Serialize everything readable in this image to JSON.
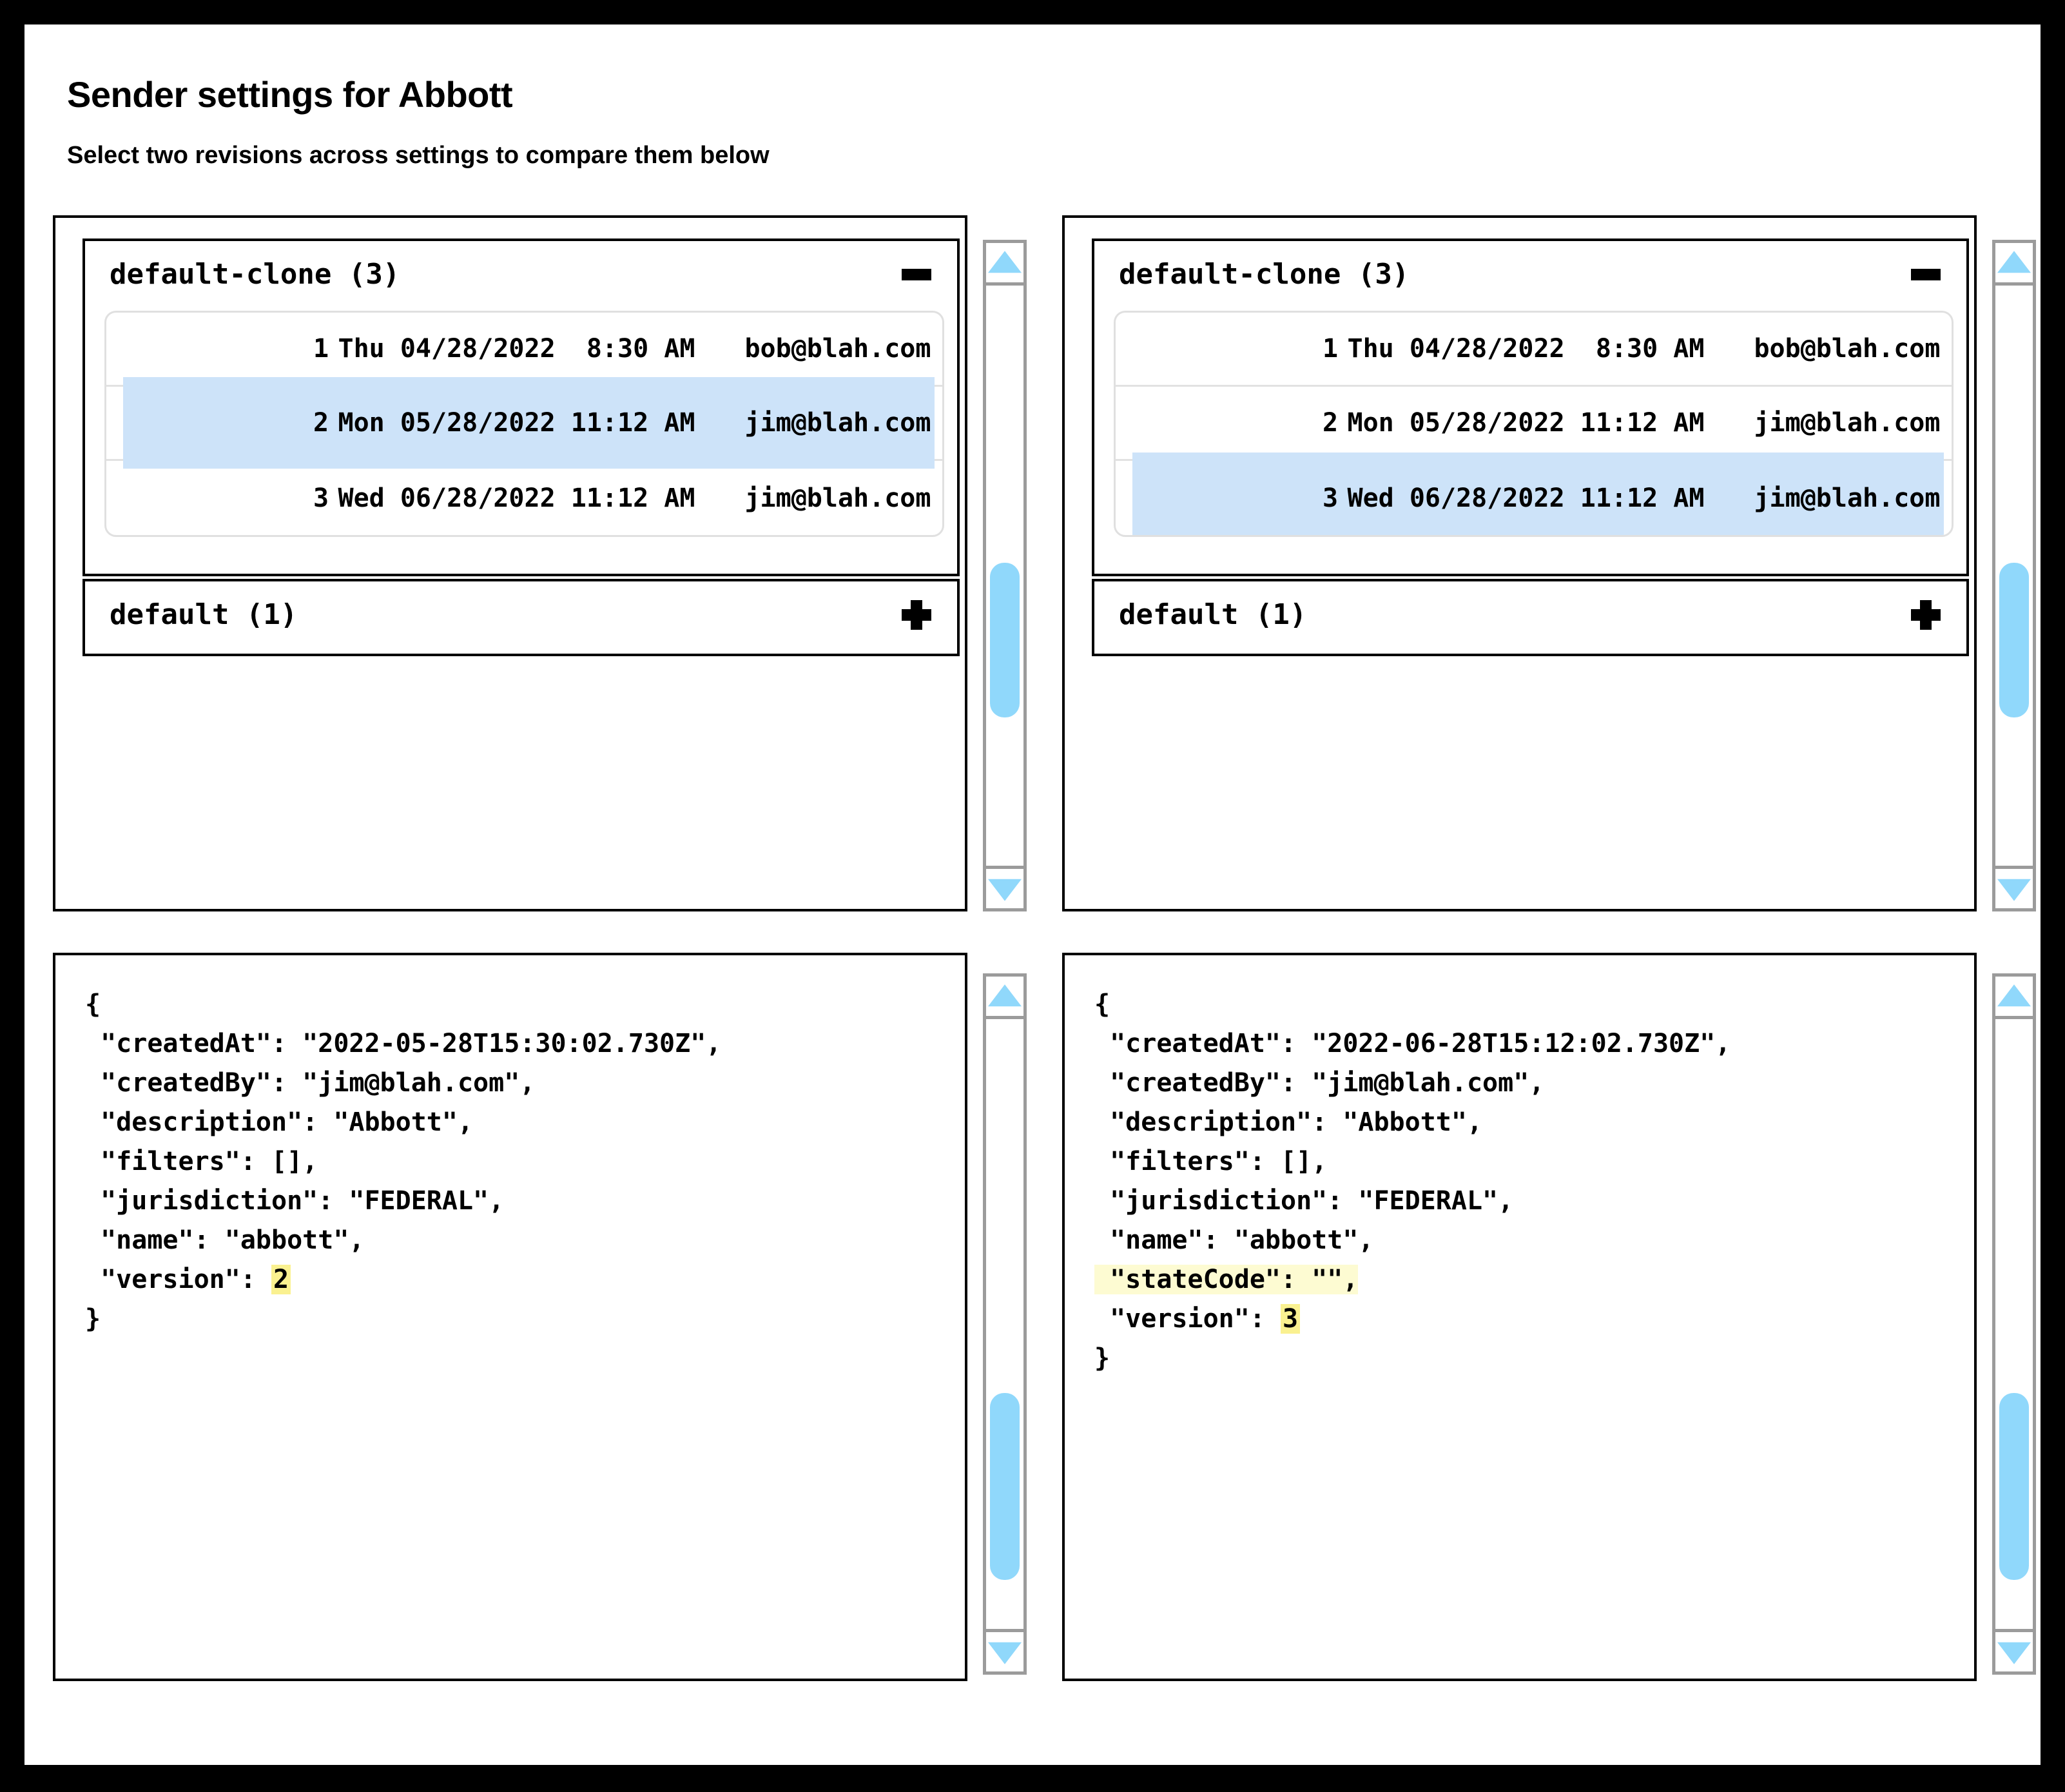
{
  "header": {
    "title": "Sender settings for Abbott",
    "subtitle": "Select two revisions across settings to compare them below"
  },
  "colors": {
    "row_selected_bg": "#cde3f9",
    "scrollbar_accent": "#90d8fb",
    "diff_insert_bg": "#fdfbd2",
    "diff_token_bg": "#faf190",
    "panel_border": "#000000",
    "list_border": "#e0e0e0"
  },
  "panels": {
    "revisions_left": {
      "groups": [
        {
          "label": "default-clone (3)",
          "toggle_icon": "minus-icon",
          "expanded": true,
          "rows": [
            {
              "num": "1",
              "timestamp": "Thu 04/28/2022  8:30 AM",
              "user": "bob@blah.com",
              "selected": false
            },
            {
              "num": "2",
              "timestamp": "Mon 05/28/2022 11:12 AM",
              "user": "jim@blah.com",
              "selected": true
            },
            {
              "num": "3",
              "timestamp": "Wed 06/28/2022 11:12 AM",
              "user": "jim@blah.com",
              "selected": false
            }
          ]
        },
        {
          "label": "default (1)",
          "toggle_icon": "plus-icon",
          "expanded": false,
          "rows": []
        }
      ]
    },
    "revisions_right": {
      "groups": [
        {
          "label": "default-clone (3)",
          "toggle_icon": "minus-icon",
          "expanded": true,
          "rows": [
            {
              "num": "1",
              "timestamp": "Thu 04/28/2022  8:30 AM",
              "user": "bob@blah.com",
              "selected": false
            },
            {
              "num": "2",
              "timestamp": "Mon 05/28/2022 11:12 AM",
              "user": "jim@blah.com",
              "selected": false
            },
            {
              "num": "3",
              "timestamp": "Wed 06/28/2022 11:12 AM",
              "user": "jim@blah.com",
              "selected": true
            }
          ]
        },
        {
          "label": "default (1)",
          "toggle_icon": "plus-icon",
          "expanded": false,
          "rows": []
        }
      ]
    },
    "json_left": {
      "lines": [
        {
          "text": "{",
          "highlight": "none"
        },
        {
          "text": " \"createdAt\": \"2022-05-28T15:30:02.730Z\",",
          "highlight": "none"
        },
        {
          "text": " \"createdBy\": \"jim@blah.com\",",
          "highlight": "none"
        },
        {
          "text": " \"description\": \"Abbott\",",
          "highlight": "none"
        },
        {
          "text": " \"filters\": [],",
          "highlight": "none"
        },
        {
          "text": " \"jurisdiction\": \"FEDERAL\",",
          "highlight": "none"
        },
        {
          "text": " \"name\": \"abbott\",",
          "highlight": "none"
        },
        {
          "prefix": " \"version\": ",
          "token": "2",
          "highlight": "token"
        },
        {
          "text": "}",
          "highlight": "none"
        }
      ]
    },
    "json_right": {
      "lines": [
        {
          "text": "{",
          "highlight": "none"
        },
        {
          "text": " \"createdAt\": \"2022-06-28T15:12:02.730Z\",",
          "highlight": "none"
        },
        {
          "text": " \"createdBy\": \"jim@blah.com\",",
          "highlight": "none"
        },
        {
          "text": " \"description\": \"Abbott\",",
          "highlight": "none"
        },
        {
          "text": " \"filters\": [],",
          "highlight": "none"
        },
        {
          "text": " \"jurisdiction\": \"FEDERAL\",",
          "highlight": "none"
        },
        {
          "text": " \"name\": \"abbott\",",
          "highlight": "none"
        },
        {
          "text": " \"stateCode\": \"\",",
          "highlight": "insert"
        },
        {
          "prefix": " \"version\": ",
          "token": "3",
          "highlight": "token"
        },
        {
          "text": "}",
          "highlight": "none"
        }
      ]
    }
  },
  "scrollbars": {
    "up_arrow_icon": "triangle-up-icon",
    "down_arrow_icon": "triangle-down-icon"
  }
}
